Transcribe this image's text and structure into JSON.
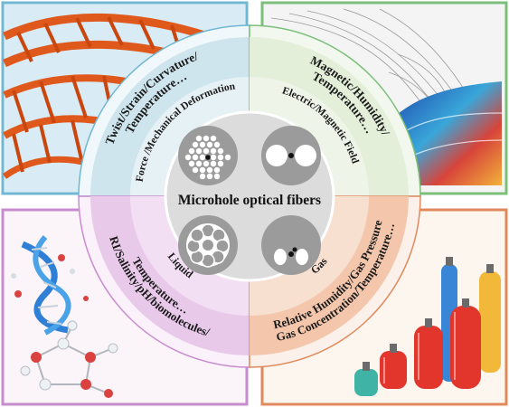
{
  "center": {
    "title": "Microhole optical fibers"
  },
  "quadrants": {
    "top_left": {
      "outer_text_line1": "Twist/Strain/Curvature/",
      "outer_text_line2": "Temperature…",
      "inner_label": "Force /Mechanical Deformation",
      "accent_color": "#6fb7d2",
      "ring_color": "#cfe5ee",
      "illustration": "orange steel truss bridge"
    },
    "top_right": {
      "outer_text_line1": "Magnetic/Humidity/",
      "outer_text_line2": "Temperature…",
      "inner_label": "Electric/Magnetic Field",
      "accent_color": "#7bbf7a",
      "ring_color": "#e3efd9",
      "illustration": "3D magnetic field simulation surface"
    },
    "bottom_left": {
      "outer_text_line1": "RI/Salinity/pH/biomolecules/",
      "outer_text_line2": "Temperature…",
      "inner_label": "Liquid",
      "accent_color": "#c98bcf",
      "ring_color": "#e9c9ea",
      "illustration": "DNA double helix and molecules"
    },
    "bottom_right": {
      "outer_text_line1": "Relative Humidity/Gas Pressure",
      "outer_text_line2": "Gas Concentration/Temperature…",
      "inner_label": "Gas",
      "accent_color": "#e08a5c",
      "ring_color": "#f4c7ad",
      "illustration": "gas cylinders"
    }
  },
  "fiber_icons": [
    {
      "name": "photonic-crystal-fiber-icon"
    },
    {
      "name": "two-hole-fiber-icon"
    },
    {
      "name": "ring-of-holes-fiber-icon"
    },
    {
      "name": "suspended-core-fiber-icon"
    }
  ]
}
